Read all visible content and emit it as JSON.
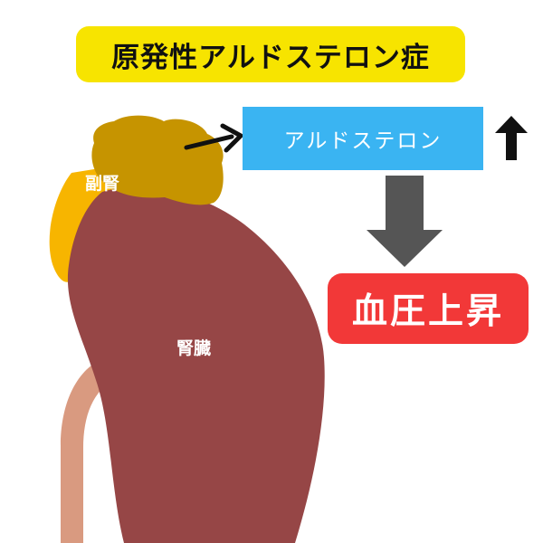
{
  "colors": {
    "title_bg": "#f7e400",
    "hormone_bg": "#3ab4f2",
    "result_bg": "#f23838",
    "adrenal_top": "#c69400",
    "adrenal_bottom": "#f7b500",
    "kidney": "#964646",
    "ureter": "#d99a80",
    "down_arrow": "#555555",
    "black_arrow": "#111111"
  },
  "title": {
    "text": "原発性アルドステロン症"
  },
  "hormone": {
    "label": "アルドステロン",
    "trend_icon": "up-arrow-icon"
  },
  "result": {
    "label": "血圧上昇"
  },
  "labels": {
    "adrenal": "副腎",
    "kidney": "腎臓"
  },
  "arrows": {
    "secretion_icon": "right-arrow-icon",
    "effect_icon": "down-arrow-icon"
  }
}
